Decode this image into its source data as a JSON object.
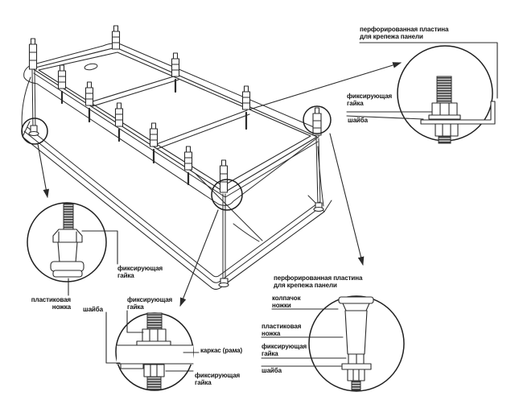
{
  "colors": {
    "line": "#2b2b2b",
    "background": "#ffffff"
  },
  "labels": {
    "perforated_plate_line1": "перфорированная пластина",
    "perforated_plate_line2": "для крепежа панели",
    "fixing_nut_line1": "фиксирующая",
    "fixing_nut_line2": "гайка",
    "washer": "шайба",
    "plastic_leg_line1": "пластиковая",
    "plastic_leg_line2": "ножка",
    "frame": "каркас (рама)",
    "leg_cap_line1": "колпачок",
    "leg_cap_line2": "ножки"
  }
}
